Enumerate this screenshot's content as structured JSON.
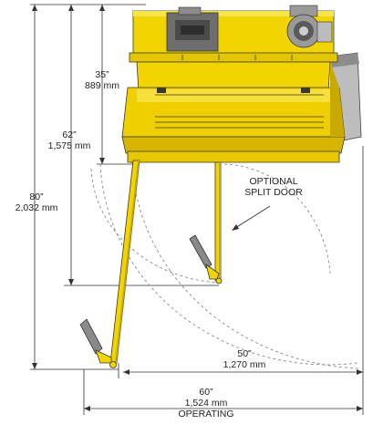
{
  "dimensions": {
    "height_35": {
      "imperial": "35”",
      "metric": "889 mm"
    },
    "height_62": {
      "imperial": "62”",
      "metric": "1,575 mm"
    },
    "height_80": {
      "imperial": "80”",
      "metric": "2,032 mm"
    },
    "width_50": {
      "imperial": "50”",
      "metric": "1,270 mm"
    },
    "width_60": {
      "imperial": "60”",
      "metric": "1,524 mm",
      "note": "OPERATING"
    }
  },
  "callout": {
    "line1": "OPTIONAL",
    "line2": "SPLIT DOOR"
  },
  "colors": {
    "machine_yellow": "#f2d400",
    "machine_yellow_dark": "#c9a800",
    "outline": "#3a3a2a",
    "dimension_line": "#333333",
    "swing_arc": "#8a8a8a",
    "motor_grey": "#9a9a9a",
    "hopper_grey": "#6e6e6e"
  }
}
